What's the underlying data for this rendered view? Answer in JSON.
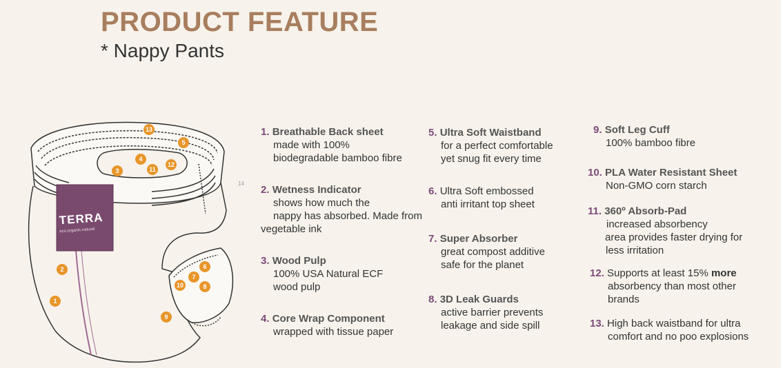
{
  "header": {
    "title": "PRODUCT FEATURE",
    "subtitle": "* Nappy Pants"
  },
  "brand": {
    "name": "TERRA",
    "tagline": "eco.organic.natural",
    "color": "#7a4a6e"
  },
  "accent_colors": {
    "title": "#a87e5e",
    "number": "#7d4a7a",
    "marker": "#e8952a"
  },
  "stray_label": "14",
  "features": [
    {
      "num": "1.",
      "head": "Breathable Back sheet",
      "desc1": "made with 100%",
      "desc2": "biodegradable bamboo fibre"
    },
    {
      "num": "2.",
      "head": "Wetness Indicator",
      "desc1": "shows how much the",
      "desc2": "nappy has absorbed. Made from",
      "desc3": "vegetable ink"
    },
    {
      "num": "3.",
      "head": "Wood Pulp",
      "desc1": "100% USA Natural ECF",
      "desc2": "wood pulp"
    },
    {
      "num": "4.",
      "head": "Core Wrap Component",
      "desc1": "wrapped with tissue paper"
    },
    {
      "num": "5.",
      "head": "Ultra Soft Waistband",
      "desc1": "for a perfect comfortable",
      "desc2": "yet snug fit every time"
    },
    {
      "num": "6.",
      "head": "Ultra Soft embossed",
      "desc1": "anti irritant top sheet"
    },
    {
      "num": "7.",
      "head": "Super Absorber",
      "desc1": "great compost additive",
      "desc2": "safe for the planet"
    },
    {
      "num": "8.",
      "head": "3D Leak Guards",
      "desc1": "active barrier prevents",
      "desc2": "leakage and side spill"
    },
    {
      "num": "9.",
      "head": "Soft Leg Cuff",
      "desc1": "100% bamboo fibre"
    },
    {
      "num": "10.",
      "head": "PLA Water Resistant Sheet",
      "desc1": "Non-GMO corn starch"
    },
    {
      "num": "11.",
      "head": "360º Absorb-Pad",
      "desc1": "increased absorbency",
      "desc2": "area provides faster drying for",
      "desc3": "less irritation"
    },
    {
      "num": "12.",
      "head": "Supports at least 15%",
      "head_bold": "more",
      "desc1": "absorbency than most other",
      "desc2": "brands"
    },
    {
      "num": "13.",
      "head": "High back waistband for ultra",
      "desc1": "comfort and no poo explosions"
    }
  ],
  "markers": [
    "1",
    "2",
    "3",
    "4",
    "5",
    "6",
    "7",
    "8",
    "9",
    "10",
    "11",
    "12",
    "13"
  ]
}
